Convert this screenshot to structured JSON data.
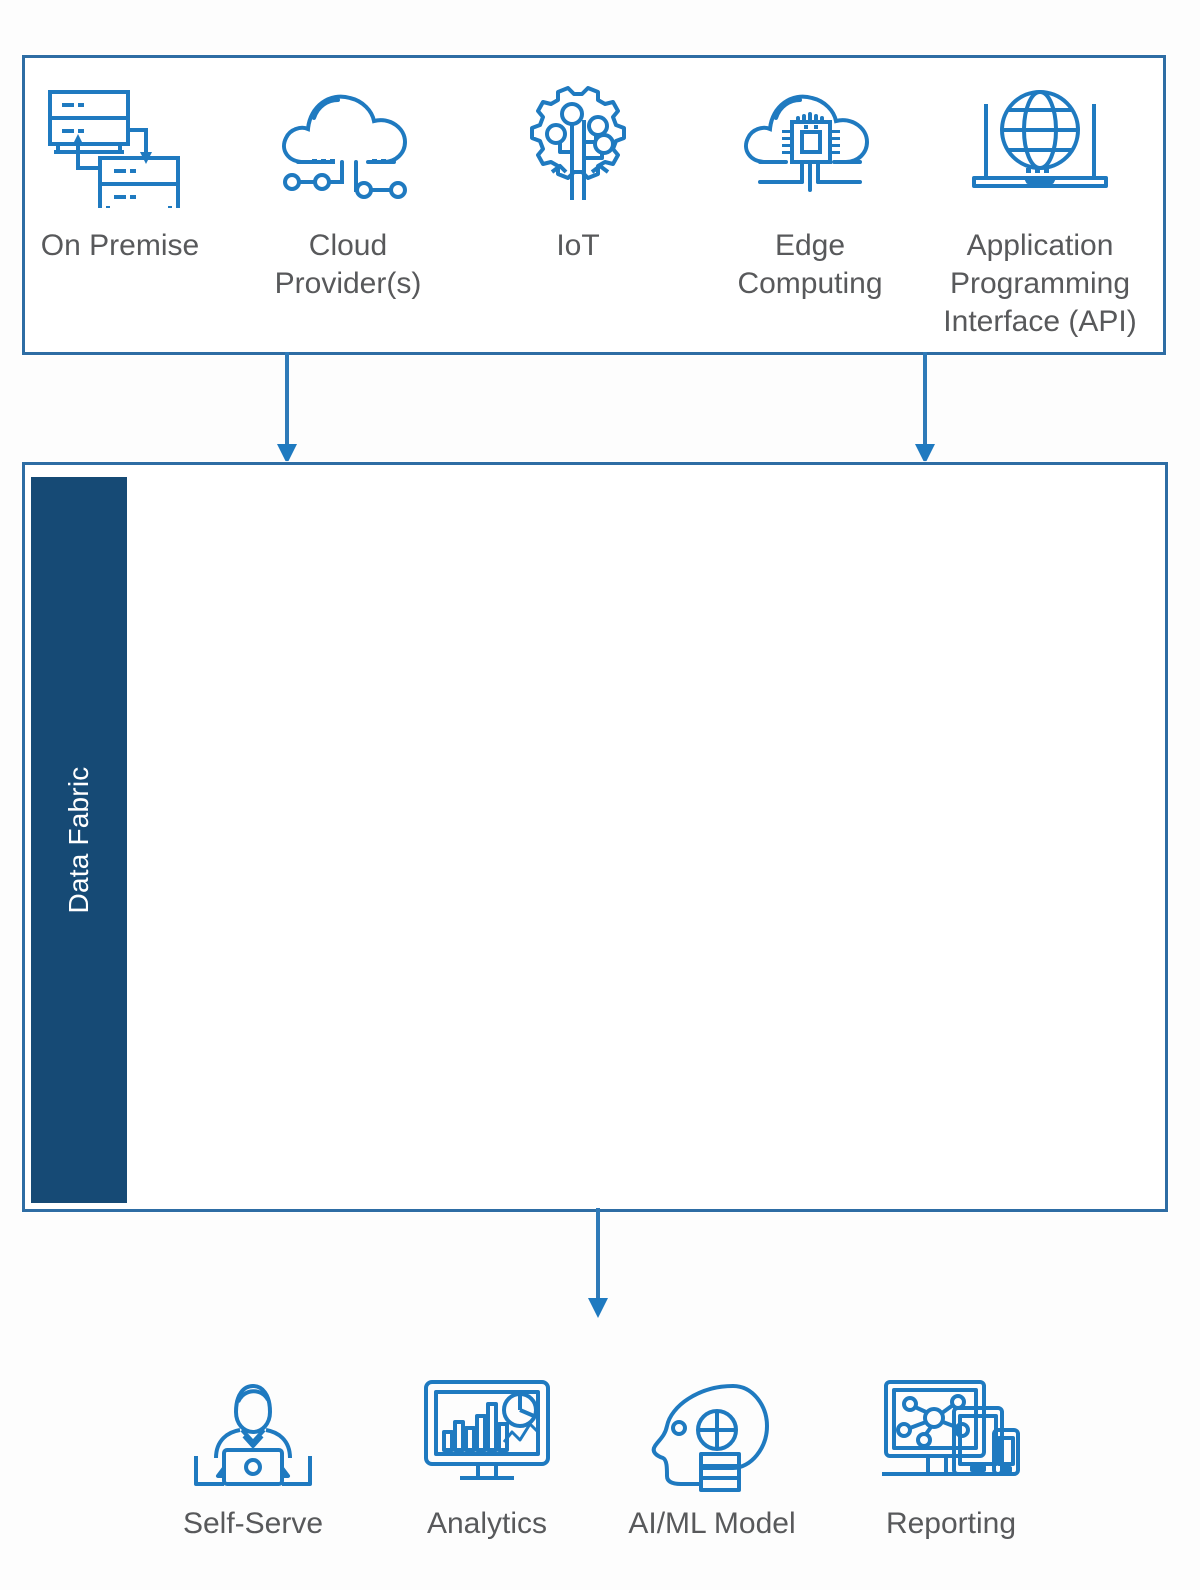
{
  "diagram": {
    "title_text": "Data Fabric",
    "colors": {
      "icon_blue": "#1f7ac0",
      "panel_border_blue": "#2e6da4",
      "fabric_bar_navy": "#164a75",
      "label_gray": "#58595b",
      "arrow_blue": "#1f7ac0",
      "background": "#fdfdfd"
    },
    "sources_panel": {
      "name": "data-sources-panel",
      "items": [
        {
          "label": "On Premise",
          "icon": "on-premise-servers-icon"
        },
        {
          "label": "Cloud\nProvider(s)",
          "icon": "cloud-network-icon"
        },
        {
          "label": "IoT",
          "icon": "iot-gear-circuit-icon"
        },
        {
          "label": "Edge\nComputing",
          "icon": "edge-cloud-chip-icon"
        },
        {
          "label": "Application\nProgramming\nInterface (API)",
          "icon": "laptop-globe-api-icon"
        }
      ]
    },
    "fabric_panel": {
      "name": "data-fabric-panel",
      "bar_label": "Data Fabric",
      "body_text": ""
    },
    "consumers": {
      "name": "data-consumers-row",
      "items": [
        {
          "label": "Self-Serve",
          "icon": "person-laptop-icon"
        },
        {
          "label": "Analytics",
          "icon": "monitor-charts-icon"
        },
        {
          "label": "AI/ML Model",
          "icon": "head-ai-layers-icon"
        },
        {
          "label": "Reporting",
          "icon": "multi-device-report-icon"
        }
      ]
    },
    "arrows": [
      {
        "name": "arrow-sources-to-fabric-left",
        "direction": "down"
      },
      {
        "name": "arrow-sources-to-fabric-right",
        "direction": "down"
      },
      {
        "name": "arrow-fabric-to-consumers",
        "direction": "down"
      }
    ]
  }
}
